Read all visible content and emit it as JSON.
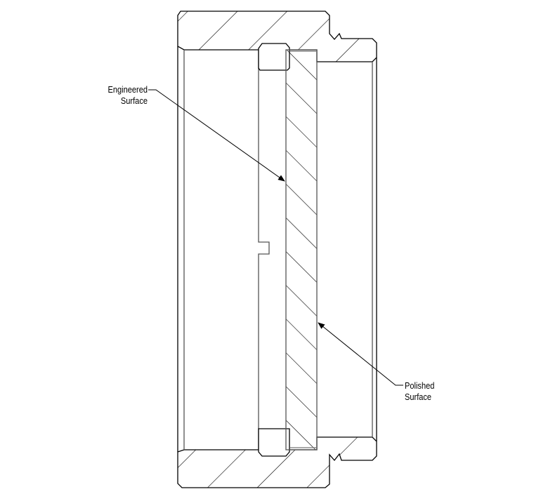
{
  "labels": {
    "engineered": [
      "Engineered",
      "Surface"
    ],
    "polished": [
      "Polished",
      "Surface"
    ]
  },
  "colors": {
    "line": "#000000",
    "background": "#ffffff"
  }
}
